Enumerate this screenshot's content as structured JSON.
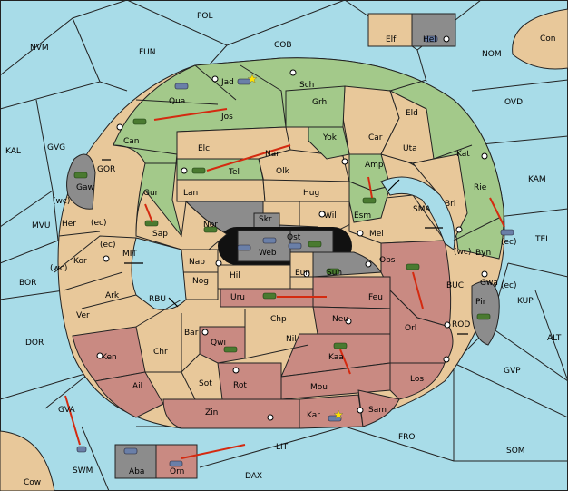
{
  "colors": {
    "sea": "#a8dce8",
    "neutral_land": "#e8c89a",
    "green_power": "#a3c98a",
    "red_power": "#c98a82",
    "grey_power": "#8c8c8c",
    "order_arrow": "#d42a10"
  },
  "regions": {
    "pol": "POL",
    "cob": "COB",
    "nvm": "NVM",
    "fun": "FUN",
    "nom": "NOM",
    "con": "Con",
    "elf": "Elf",
    "hel": "Hel",
    "ovd": "OVD",
    "kal": "KAL",
    "gvg": "GVG",
    "kam": "KAM",
    "mvu": "MVU",
    "bor": "BOR",
    "dor": "DOR",
    "tei": "TEI",
    "kup": "KUP",
    "alt": "ALT",
    "gvp": "GVP",
    "fro": "FRO",
    "som": "SOM",
    "lit": "LIT",
    "dax": "DAX",
    "gva": "GVA",
    "swm": "SWM",
    "cow": "Cow",
    "aba": "Aba",
    "orn": "Orn",
    "jad": "Jad",
    "sch": "Sch",
    "qua": "Qua",
    "jos": "Jos",
    "grh": "Grh",
    "eld": "Eld",
    "can": "Can",
    "elc": "Elc",
    "nar": "Nar",
    "yok": "Yok",
    "car": "Car",
    "uta": "Uta",
    "kat": "Kat",
    "gor": "GOR",
    "gaw": "Gaw",
    "tel": "Tel",
    "olk": "Olk",
    "amp": "Amp",
    "gur": "Gur",
    "lan": "Lan",
    "hug": "Hug",
    "esm": "Esm",
    "sma": "SMA",
    "bri": "Bri",
    "rie": "Rie",
    "wil": "Wil",
    "nor": "Nor",
    "skr": "Skr",
    "ost": "Ost",
    "sap": "Sap",
    "web": "Web",
    "mel": "Mel",
    "byn": "Byn",
    "her": "Her",
    "kor": "Kor",
    "nab": "Nab",
    "mit": "MIT",
    "eun": "Eun",
    "obs": "Obs",
    "hil": "Hil",
    "sun": "Sun",
    "gwa": "Gwa",
    "nog": "Nog",
    "ark": "Ark",
    "rbu": "RBU",
    "uru": "Uru",
    "feu": "Feu",
    "buc": "BUC",
    "pir": "Pir",
    "ver": "Ver",
    "chp": "Chp",
    "neu": "Neu",
    "orl": "Orl",
    "bar": "Bar",
    "rod": "ROD",
    "qwi": "Qwi",
    "nil": "Nil",
    "ken": "Ken",
    "chr": "Chr",
    "kaa": "Kaa",
    "los": "Los",
    "rot": "Rot",
    "sot": "Sot",
    "ail": "Ail",
    "mou": "Mou",
    "zin": "Zin",
    "sam": "Sam",
    "kar": "Kar"
  },
  "coast_labels": {
    "wc1": "(wc)",
    "ec1": "(ec)",
    "ec2": "(ec)",
    "wc2": "(wc)",
    "ec3": "(ec)",
    "wc3": "(wc)",
    "ec4": "(ec)"
  }
}
